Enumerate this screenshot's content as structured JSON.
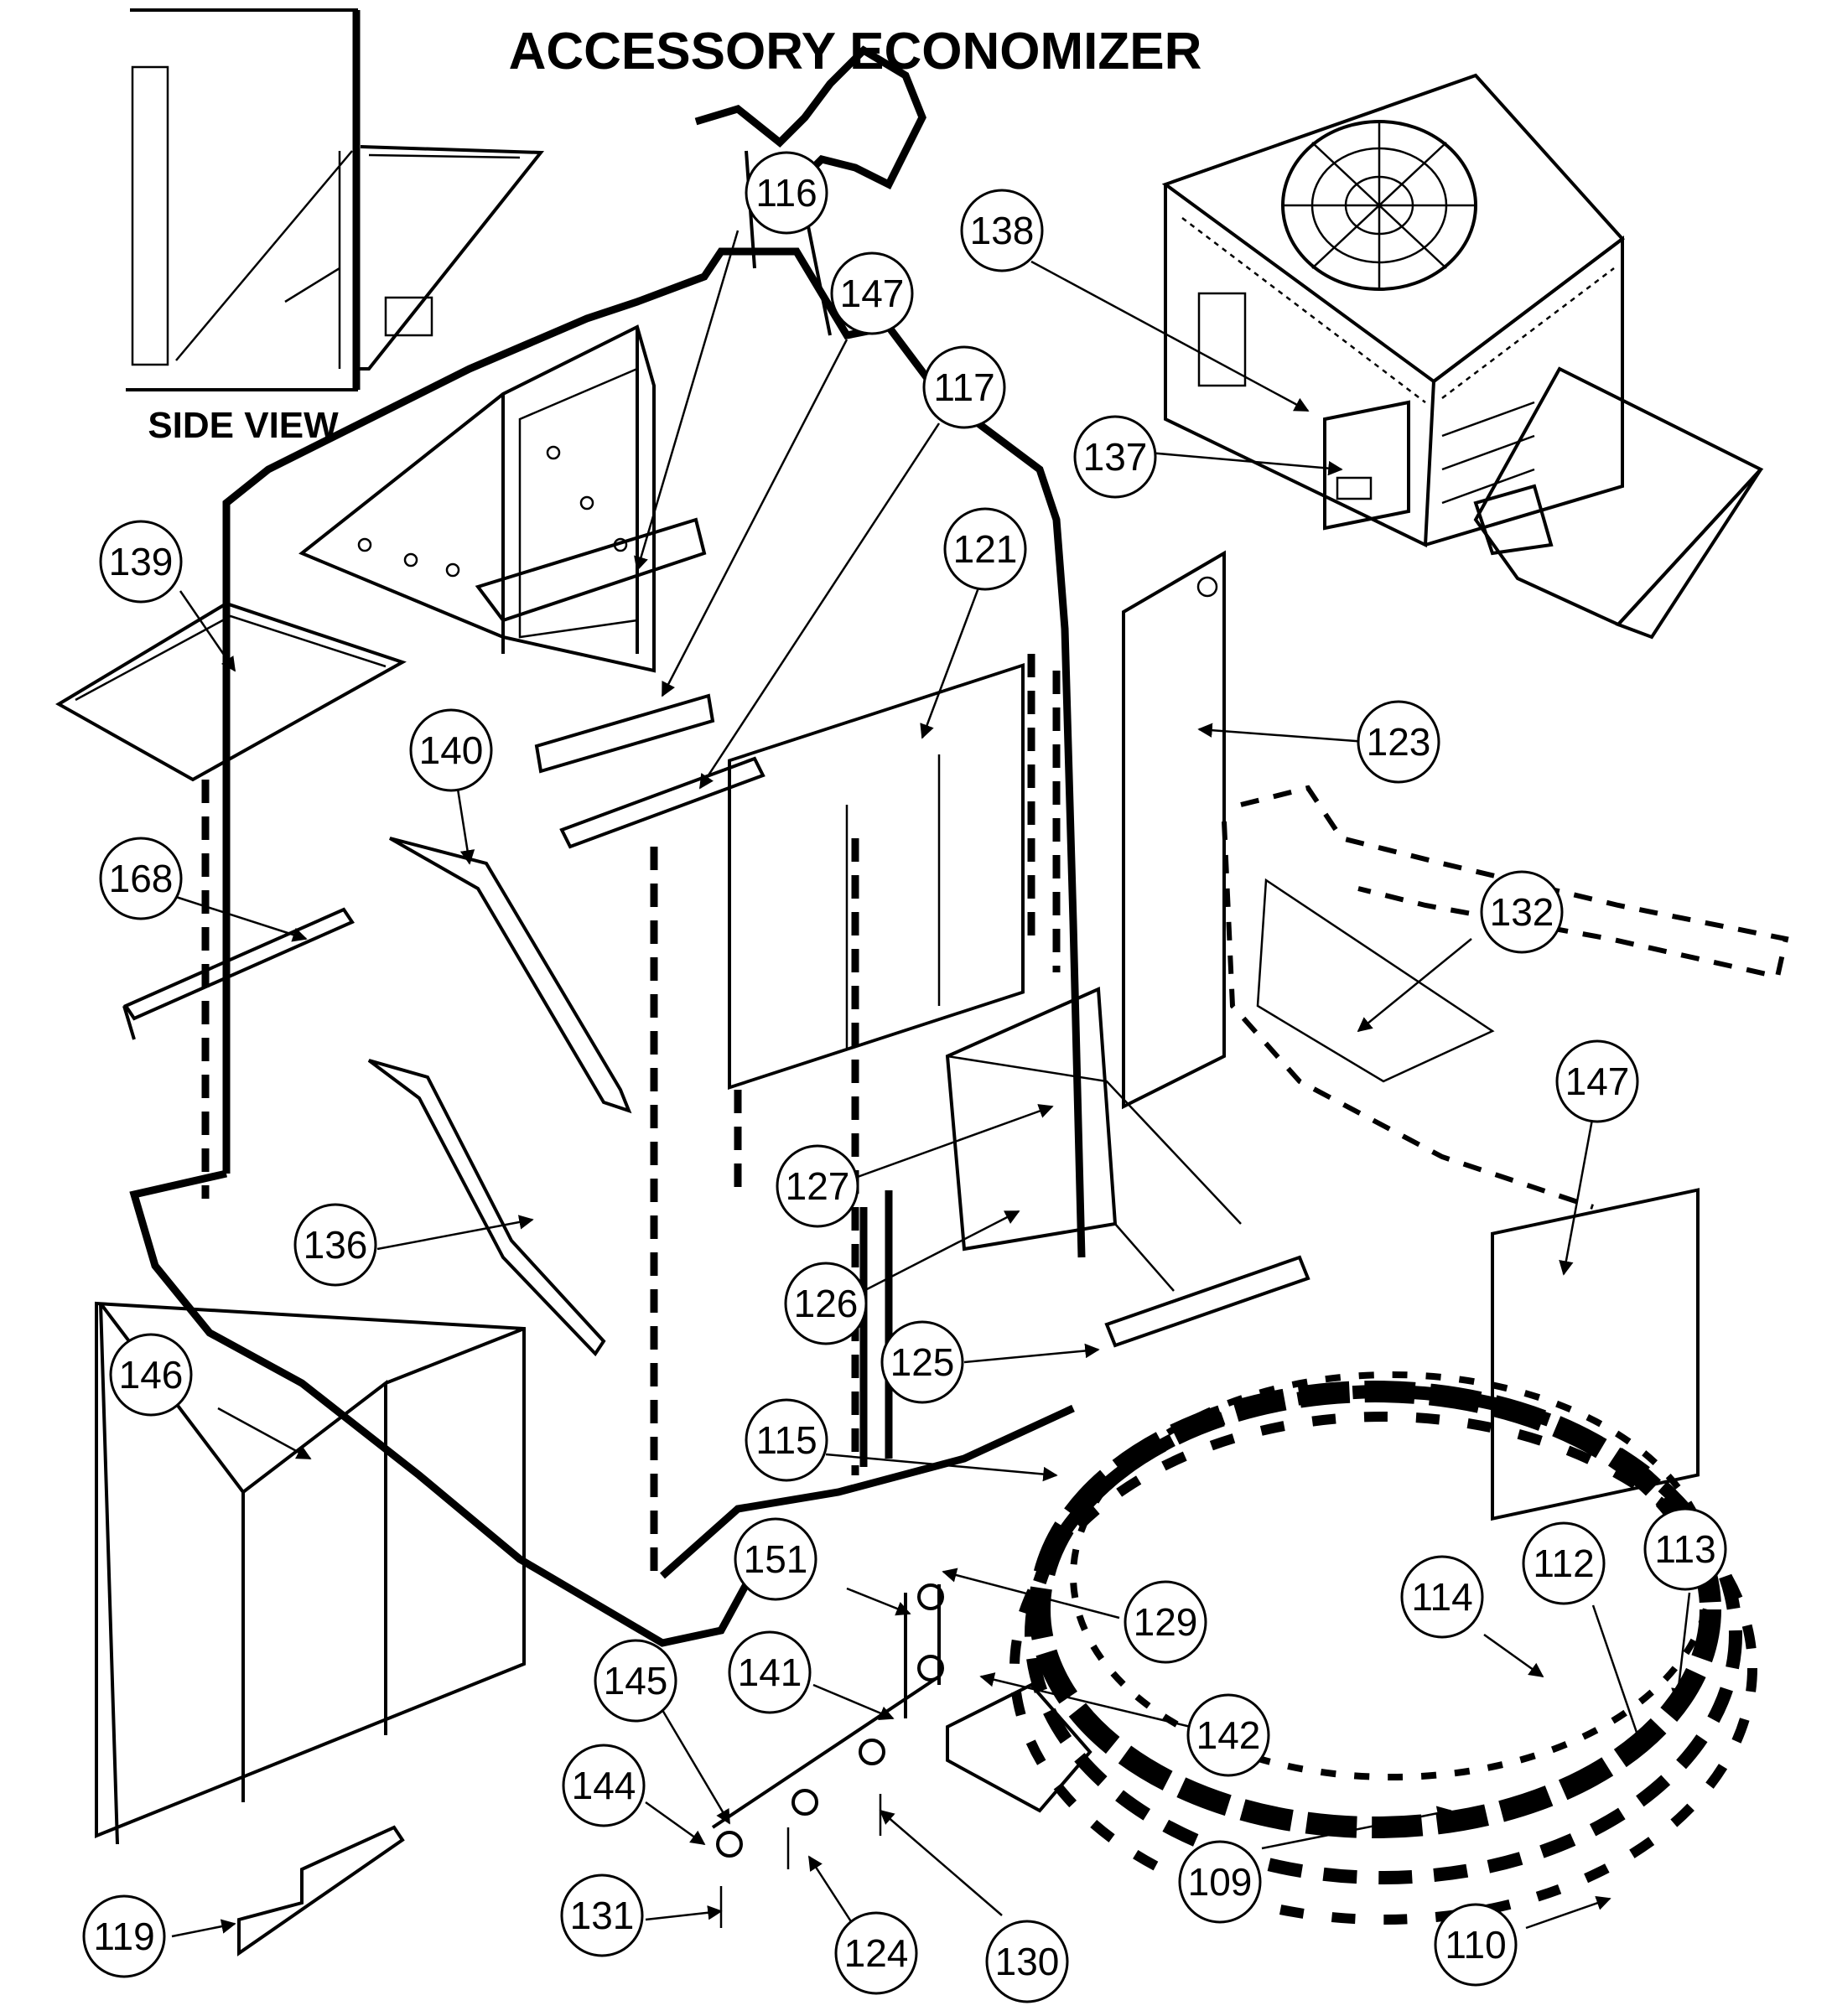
{
  "title": "ACCESSORY ECONOMIZER",
  "inset_label": "SIDE VIEW",
  "colors": {
    "ink": "#000000",
    "paper": "#ffffff",
    "shade": "#9a9a9a"
  },
  "callouts": [
    "116",
    "147",
    "117",
    "138",
    "137",
    "121",
    "139",
    "140",
    "123",
    "168",
    "132",
    "147",
    "136",
    "127",
    "126",
    "125",
    "146",
    "115",
    "151",
    "129",
    "114",
    "112",
    "113",
    "145",
    "141",
    "142",
    "144",
    "109",
    "131",
    "124",
    "130",
    "110",
    "119"
  ]
}
